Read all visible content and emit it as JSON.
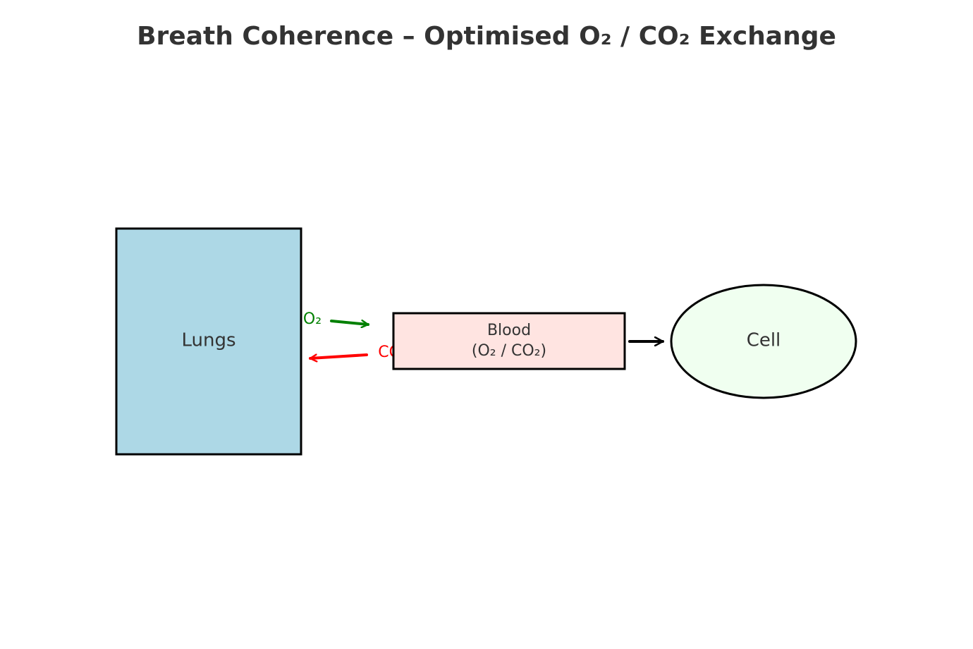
{
  "title": "Breath Coherence – Optimised O₂ / CO₂ Exchange",
  "nodes": {
    "lungs": {
      "label": "Lungs",
      "fill": "#add8e6"
    },
    "blood": {
      "label_line1": "Blood",
      "label_line2": "(O₂ / CO₂)",
      "fill": "#ffe4e1"
    },
    "cell": {
      "label": "Cell",
      "fill": "#f0fff0"
    }
  },
  "flows": {
    "oxygen": {
      "label": "O₂",
      "color": "#008000"
    },
    "carbon_dioxide": {
      "label": "CO₂",
      "color": "#ff0000"
    },
    "blood_to_cell": {
      "color": "#000000"
    }
  },
  "text_color": "#333333"
}
